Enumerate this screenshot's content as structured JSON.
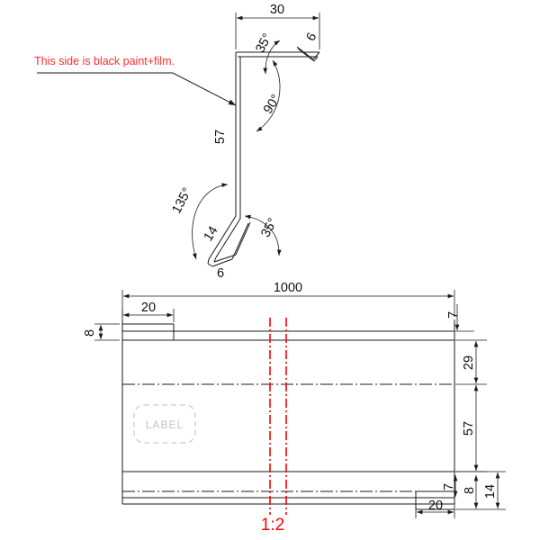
{
  "drawing": {
    "scale_note": "1:2",
    "red_note": "This side is black paint+film.",
    "label_placeholder": "LABEL"
  },
  "profile_view": {
    "name": "cross-section-profile",
    "dimensions": {
      "top_flange_width": "30",
      "top_hem_return": "6",
      "top_hem_angle": "35°",
      "web_bend_angle": "90°",
      "web_height": "57",
      "bottom_bend_angle": "135°",
      "bottom_leg": "14",
      "bottom_hem_angle": "35°",
      "bottom_hem_return": "6"
    }
  },
  "flat_view": {
    "name": "developed-flat-pattern",
    "dimensions": {
      "overall_length": "1000",
      "notch_left_width": "20",
      "notch_left_height": "8",
      "edge_top": "7",
      "band_upper": "29",
      "band_middle": "57",
      "band_lower_14": "14",
      "edge_bottom_7": "7",
      "edge_bottom_8": "8",
      "notch_right_width": "20"
    }
  },
  "colors": {
    "line": "#1a1a1a",
    "break_line": "#ff0000",
    "note_text": "#ff2a2a",
    "label_ghost": "#c2c2c2",
    "background": "#ffffff"
  }
}
